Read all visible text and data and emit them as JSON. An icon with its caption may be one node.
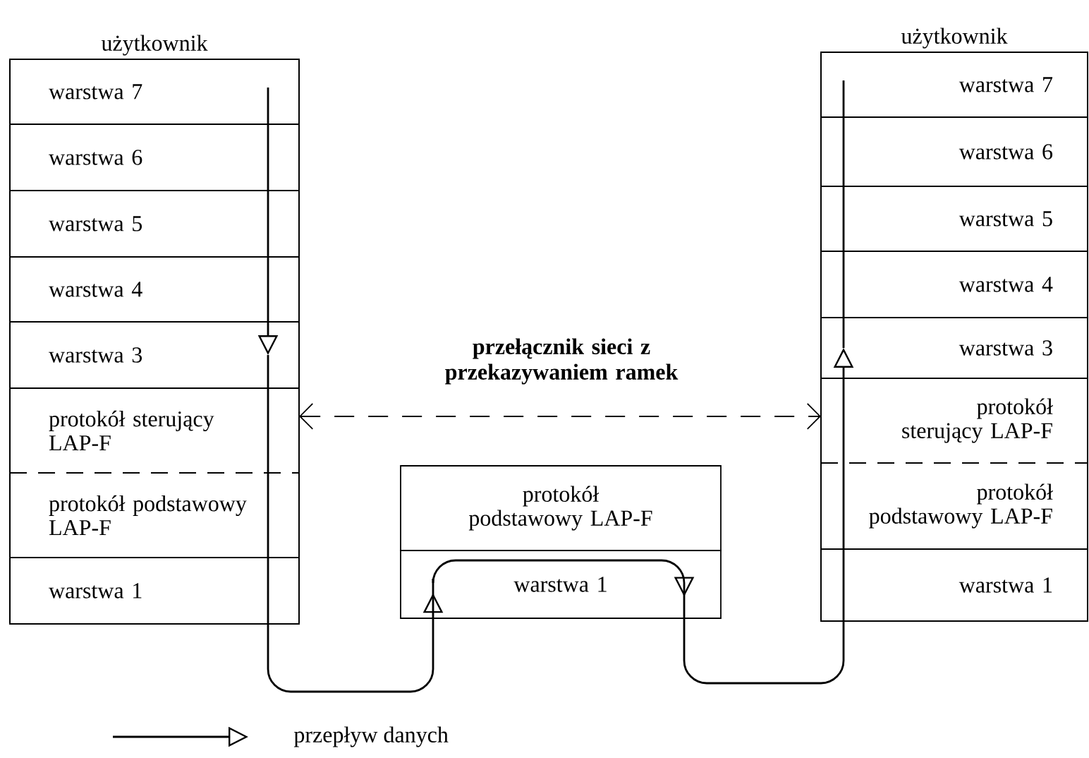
{
  "diagram": {
    "nodes": [
      {
        "text": [
          "użytkownik"
        ]
      },
      {
        "text": [
          "warstwa 7"
        ],
        "in": 0
      },
      {
        "text": [
          "warstwa 6"
        ],
        "in": 0
      },
      {
        "text": [
          "warstwa 5"
        ],
        "in": 0
      },
      {
        "text": [
          "warstwa 4"
        ],
        "in": 0
      },
      {
        "text": [
          "warstwa 3"
        ],
        "in": 0
      },
      {
        "text": [
          "protokół sterujący LAP-F"
        ],
        "in": 0
      },
      {
        "text": [
          "protokół podstawowy LAP-F"
        ],
        "in": 0
      },
      {
        "text": [
          "warstwa 1"
        ],
        "in": 0
      },
      {
        "text": [
          "użytkownik"
        ]
      },
      {
        "text": [
          "warstwa 7"
        ],
        "in": 9
      },
      {
        "text": [
          "warstwa 6"
        ],
        "in": 9
      },
      {
        "text": [
          "warstwa 5"
        ],
        "in": 9
      },
      {
        "text": [
          "warstwa 4"
        ],
        "in": 9
      },
      {
        "text": [
          "warstwa 3"
        ],
        "in": 9
      },
      {
        "text": [
          "protokół sterujący LAP-F"
        ],
        "in": 9
      },
      {
        "text": [
          "protokół podstawowy LAP-F"
        ],
        "in": 9
      },
      {
        "text": [
          "warstwa 1"
        ],
        "in": 9
      },
      {
        "text": [
          "protokół podstawowy LAP-F"
        ]
      },
      {
        "text": [
          "warstwa 1"
        ]
      }
    ],
    "edges": [
      {
        "from": 1,
        "to": 2,
        "arrow": "none"
      },
      {
        "from": 2,
        "to": 3,
        "arrow": "none"
      },
      {
        "from": 3,
        "to": 4,
        "arrow": "none"
      },
      {
        "from": 4,
        "to": 5,
        "arrow": "to"
      },
      {
        "from": 5,
        "to": 6,
        "arrow": "none"
      },
      {
        "from": 6,
        "to": 7,
        "arrow": "none"
      },
      {
        "from": 7,
        "to": 8,
        "arrow": "none"
      },
      {
        "from": 8,
        "to": 19,
        "arrow": "to"
      },
      {
        "from": 19,
        "to": 17,
        "arrow": "to"
      },
      {
        "from": 17,
        "to": 16,
        "arrow": "none"
      },
      {
        "from": 16,
        "to": 15,
        "arrow": "none"
      },
      {
        "from": 15,
        "to": 14,
        "arrow": "to"
      },
      {
        "from": 14,
        "to": 13,
        "arrow": "none"
      },
      {
        "from": 13,
        "to": 12,
        "arrow": "none"
      },
      {
        "from": 12,
        "to": 11,
        "arrow": "none"
      },
      {
        "from": 11,
        "to": 10,
        "arrow": "none"
      },
      {
        "from": 6,
        "to": 15,
        "arrow": "both",
        "style": "dashed"
      }
    ],
    "labels": [
      "przełącznik sieci z przekazywaniem ramek"
    ],
    "legend": [
      {
        "text": "przepływ danych"
      }
    ]
  }
}
